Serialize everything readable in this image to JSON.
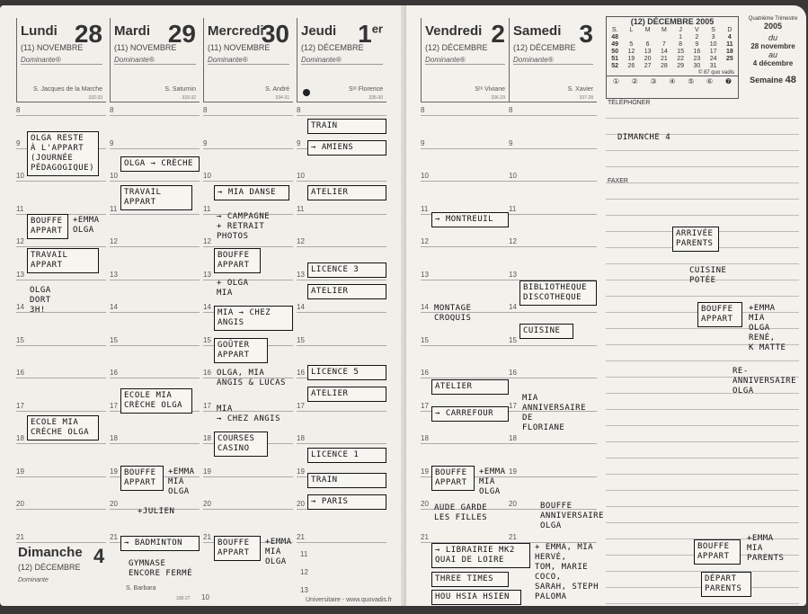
{
  "days_left": [
    {
      "name": "Lundi",
      "num": "28",
      "month": "(11) NOVEMBRE",
      "dominante": "Dominante®",
      "saint": "S. Jacques de la Marche",
      "code": "332-33"
    },
    {
      "name": "Mardi",
      "num": "29",
      "month": "(11) NOVEMBRE",
      "dominante": "Dominante®",
      "saint": "S. Saturnin",
      "code": "333-32"
    },
    {
      "name": "Mercredi",
      "num": "30",
      "month": "(11) NOVEMBRE",
      "dominante": "Dominante®",
      "saint": "S. André",
      "code": "334-31"
    },
    {
      "name": "Jeudi",
      "num": "1",
      "sup": "er",
      "month": "(12) DÉCEMBRE",
      "dominante": "Dominante®",
      "saint": "Sᵗᵉ Florence",
      "code": "335-30"
    }
  ],
  "days_right": [
    {
      "name": "Vendredi",
      "num": "2",
      "month": "(12) DÉCEMBRE",
      "dominante": "Dominante®",
      "saint": "Sᵗᵉ Viviane",
      "code": "336-29"
    },
    {
      "name": "Samedi",
      "num": "3",
      "month": "(12) DÉCEMBRE",
      "dominante": "Dominante®",
      "saint": "S. Xavier",
      "code": "337-28"
    }
  ],
  "hours": [
    "8",
    "9",
    "10",
    "11",
    "12",
    "13",
    "14",
    "15",
    "16",
    "17",
    "18",
    "19",
    "20",
    "21"
  ],
  "sunday": {
    "name": "Dimanche",
    "num": "4",
    "month": "(12) DÉCEMBRE",
    "dominante": "Dominante",
    "saint": "S. Barbara",
    "code": "338-27",
    "hours": [
      "10",
      "11",
      "12",
      "13"
    ],
    "footer": "Universitaire - www.quovadis.fr"
  },
  "calendar": {
    "title": "(12) DÉCEMBRE 2005",
    "headers": [
      "S.",
      "L",
      "M",
      "M",
      "J",
      "V",
      "S",
      "D"
    ],
    "rows": [
      [
        "48",
        "",
        "",
        "",
        "1",
        "2",
        "3",
        "4"
      ],
      [
        "49",
        "5",
        "6",
        "7",
        "8",
        "9",
        "10",
        "11"
      ],
      [
        "50",
        "12",
        "13",
        "14",
        "15",
        "16",
        "17",
        "18"
      ],
      [
        "51",
        "19",
        "20",
        "21",
        "22",
        "23",
        "24",
        "25"
      ],
      [
        "52",
        "26",
        "27",
        "28",
        "29",
        "30",
        "31",
        ""
      ]
    ],
    "copyright": "© 87 quo vadis",
    "circles": [
      "①",
      "②",
      "③",
      "④",
      "⑤",
      "⑥",
      "❼"
    ]
  },
  "week": {
    "trimestre": "Quatrième Trimestre",
    "year": "2005",
    "du": "du",
    "from": "28 novembre",
    "au": "au",
    "to": "4 décembre",
    "semaine": "Semaine",
    "num": "48"
  },
  "panel": {
    "telephoner": "TÉLÉPHONER",
    "faxer": "FAXER"
  },
  "notes": [
    "OLGA RESTE\nÀ L'APPART\n(JOURNÉE\nPÉDAGOGIQUE)",
    "BOUFFE\nAPPART",
    "+EMMA\nOLGA",
    "TRAVAIL\nAPPART",
    "OLGA\nDORT\n3H!",
    "ECOLE MIA\nCRÈCHE OLGA",
    "OLGA → CRÈCHE",
    "TRAVAIL\nAPPART",
    "ECOLE MIA\nCRÈCHE OLGA",
    "BOUFFE\nAPPART",
    "+EMMA\nMIA\nOLGA",
    "+JULIEN",
    "→ BADMINTON",
    "GYMNASE\nENCORE FERMÉ",
    "→ MIA DANSE",
    "→ CAMPAGNE\n+ RETRAIT PHOTOS",
    "BOUFFE\nAPPART",
    "+ OLGA\nMIA",
    "MIA → CHEZ ANGIS",
    "GOÛTER\nAPPART",
    "OLGA, MIA\nANGIS & LUCAS",
    "MIA\n→ CHEZ ANGIS",
    "COURSES\nCASINO",
    "BOUFFE\nAPPART",
    "+EMMA\nMIA\nOLGA",
    "TRAIN",
    "→ AMIENS",
    "ATELIER",
    "LICENCE 3",
    "ATELIER",
    "LICENCE 5",
    "ATELIER",
    "LICENCE 1",
    "TRAIN",
    "→ PARIS",
    "→ MONTREUIL",
    "MONTAGE\nCROQUIS",
    "ATELIER",
    "→ CARREFOUR",
    "BOUFFE\nAPPART",
    "+EMMA\nMIA\nOLGA",
    "AUDE GARDE\nLES FILLES",
    "→ LIBRAIRIE MK2\nQUAI DE LOIRE",
    "THREE TIMES",
    "HOU HSIA HSIEN",
    "BIBLIOTHEQUE\nDISCOTHEQUE",
    "CUISINE",
    "MIA\nANNIVERSAIRE\nDE\nFLORIANE",
    "BOUFFE\nANNIVERSAIRE\nOLGA",
    "+ EMMA, MIA\nHERVÉ,\nTOM, MARIE\nCOCO,\nSARAH, STEPH\nPALOMA",
    "DIMANCHE 4",
    "ARRIVÉE\nPARENTS",
    "CUISINE\nPOTÉE",
    "BOUFFE\nAPPART",
    "+EMMA\nMIA\nOLGA\nRENÉ,\nK MATTE",
    "RE-\nANNIVERSAIRE\nOLGA",
    "BOUFFE\nAPPART",
    "+EMMA\nMIA\nPARENTS",
    "DÉPART\nPARENTS"
  ]
}
